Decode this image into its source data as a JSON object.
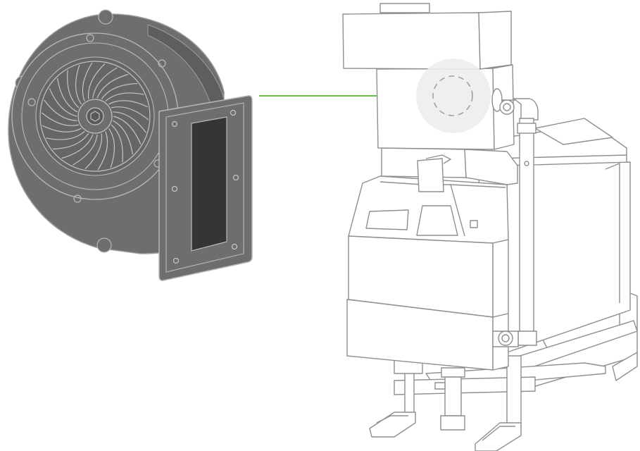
{
  "colors": {
    "background": "#ffffff",
    "fan_body": "#6e6e70",
    "fan_dark": "#4b4b4d",
    "fan_line": "#b9b9bb",
    "fan_window": "#353537",
    "outline": "#8f8f8f",
    "highlight_circle": "#eeeeee",
    "arrow": "#6abf3e"
  },
  "icons": {
    "blower_fan": "blower-fan-illustration",
    "boiler": "boiler-unit-illustration",
    "arrow": "arrow-right-icon",
    "highlight": "fan-location-highlight"
  }
}
